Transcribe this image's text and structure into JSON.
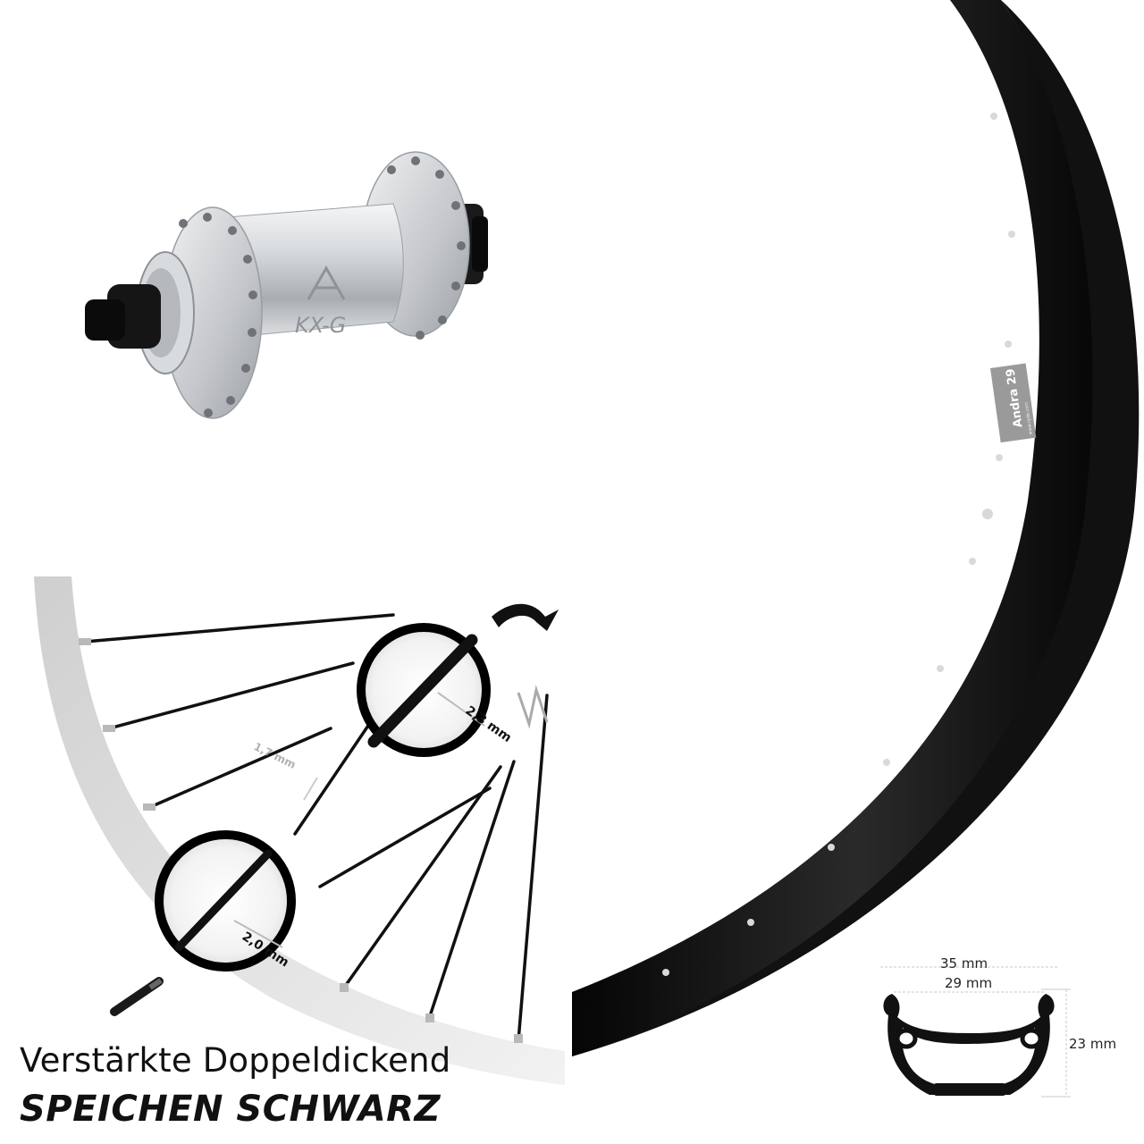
{
  "hub": {
    "logo_text": "KX-G"
  },
  "rim": {
    "sticker_title": "Andra 29",
    "sticker_sub": "www.ryde.com"
  },
  "spokes": {
    "label_center": "1,7 mm",
    "label_top": "2,3 mm",
    "label_bottom": "2,0 mm"
  },
  "profile": {
    "outer_width": "35 mm",
    "inner_width": "29 mm",
    "height": "23 mm"
  },
  "caption": {
    "line1": "Verstärkte Doppeldickend",
    "line2": "SPEICHEN SCHWARZ"
  },
  "colors": {
    "rim_black": "#111111",
    "hub_silver": "#c9ccd0",
    "spoke_arc_grey": "#d6d6d6"
  }
}
